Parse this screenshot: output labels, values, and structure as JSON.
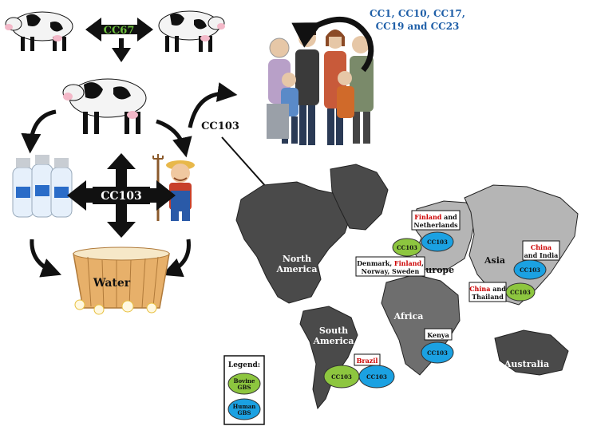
{
  "cattle_link_label": "CC67",
  "hub_label": "CC103",
  "water_label": "Water",
  "human_link_label": "CC103",
  "human_lineages_label": [
    "CC1, CC10, CC17,",
    "CC19 and CC23"
  ],
  "continents": {
    "north_america": [
      "North",
      "America"
    ],
    "south_america": [
      "South",
      "America"
    ],
    "europe": "Europe",
    "africa": "Africa",
    "asia": "Asia",
    "australia": "Australia"
  },
  "locations": {
    "finland_nl": {
      "highlight": "Finland",
      "rest": " and",
      "line2": "Netherlands"
    },
    "nordic": {
      "line1_a": "Denmark, ",
      "line1_highlight": "Finland",
      "line1_b": ",",
      "line2": "Norway, Sweden"
    },
    "china_india": {
      "highlight": "China",
      "line2": "and India"
    },
    "china_thailand": {
      "highlight": "China",
      "rest": " and",
      "line2": "Thailand"
    },
    "kenya": "Kenya",
    "brazil": "Brazil"
  },
  "cc_ellipse_label": "CC103",
  "legend": {
    "title": "Legend:",
    "bovine": [
      "Bovine",
      "GBS"
    ],
    "human": [
      "Human",
      "GBS"
    ]
  },
  "colors": {
    "bovine": "#8dc63f",
    "human": "#1ba1e2",
    "highlight": "#cc0000",
    "cc67": "#6cbe3c",
    "lineages": "#1f5fa8",
    "land_dark": "#4a4a4a",
    "land_mid": "#6e6e6e",
    "land_light": "#b5b5b5"
  }
}
